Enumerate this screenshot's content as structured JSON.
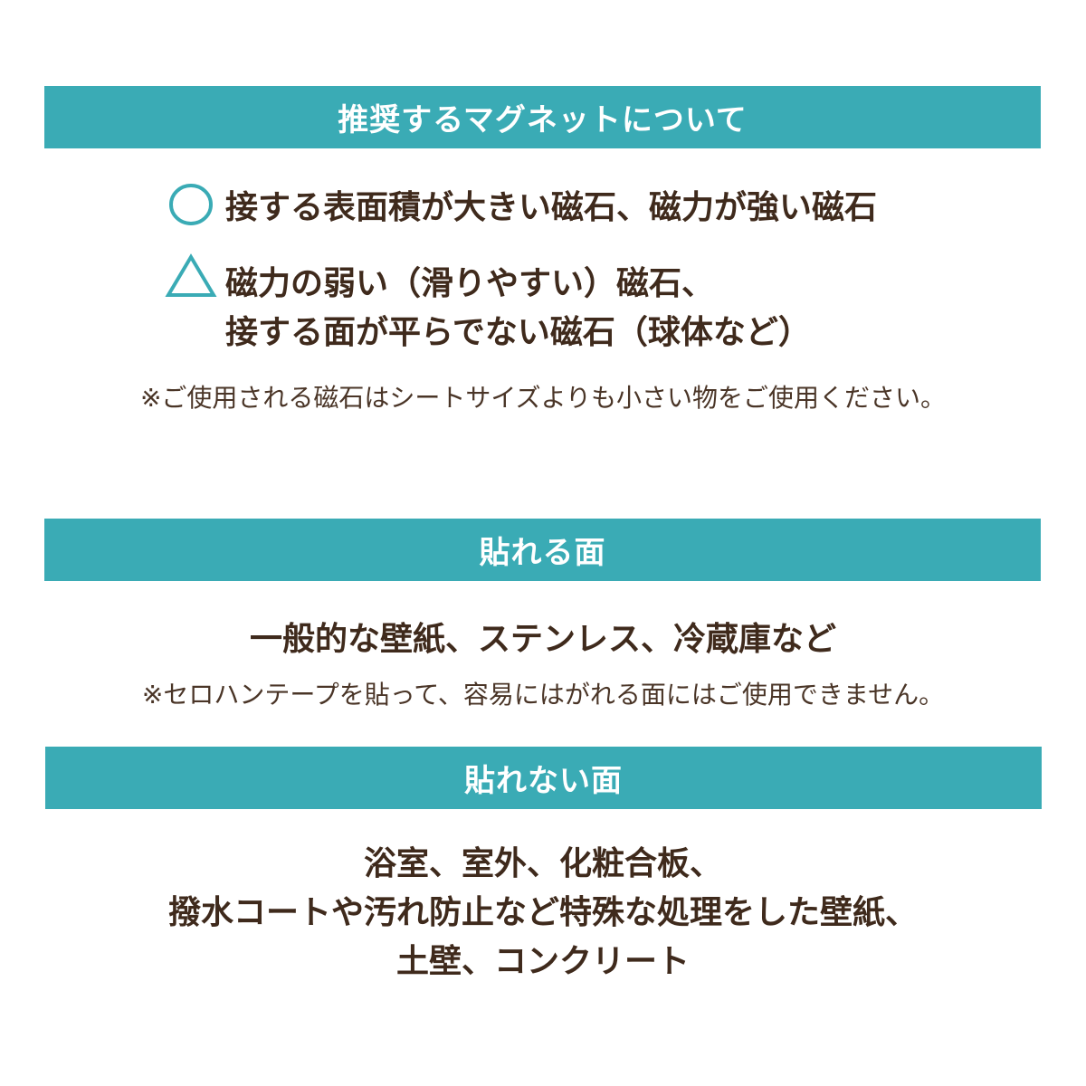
{
  "colors": {
    "accent": "#3aabb5",
    "text": "#3f2a1c",
    "background": "#ffffff"
  },
  "section_recommended": {
    "title": "推奨するマグネットについて",
    "good": {
      "icon": "circle-icon",
      "text": "接する表面積が大きい磁石、磁力が強い磁石"
    },
    "fair": {
      "icon": "triangle-icon",
      "line1": "磁力の弱い（滑りやすい）磁石、",
      "line2": "接する面が平らでない磁石（球体など）"
    },
    "note": "※ご使用される磁石はシートサイズよりも小さい物をご使用ください。"
  },
  "section_applicable": {
    "title": "貼れる面",
    "text": "一般的な壁紙、ステンレス、冷蔵庫など",
    "note": "※セロハンテープを貼って、容易にはがれる面にはご使用できません。"
  },
  "section_not_applicable": {
    "title": "貼れない面",
    "lines": [
      "浴室、室外、化粧合板、",
      "撥水コートや汚れ防止など特殊な処理をした壁紙、",
      "土壁、コンクリート"
    ]
  }
}
